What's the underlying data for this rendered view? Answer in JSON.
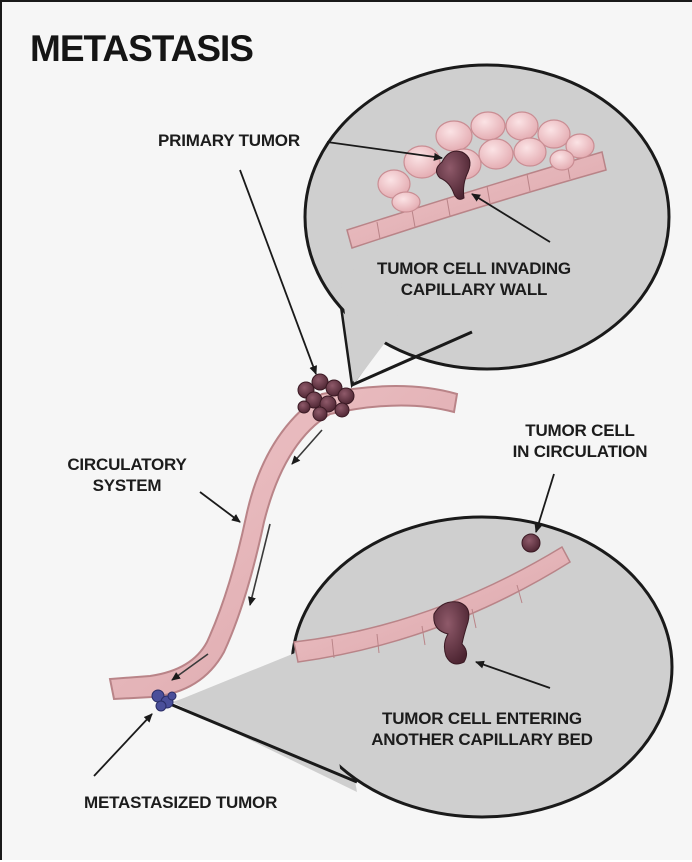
{
  "title": "METASTASIS",
  "labels": {
    "primary_tumor": "PRIMARY TUMOR",
    "invading_line1": "TUMOR CELL INVADING",
    "invading_line2": "CAPILLARY WALL",
    "circulatory_line1": "CIRCULATORY",
    "circulatory_line2": "SYSTEM",
    "in_circulation_line1": "TUMOR CELL",
    "in_circulation_line2": "IN CIRCULATION",
    "entering_line1": "TUMOR CELL ENTERING",
    "entering_line2": "ANOTHER CAPILLARY BED",
    "metastasized_tumor": "METASTASIZED TUMOR"
  },
  "colors": {
    "background": "#f6f6f6",
    "callout": "#d0d0d0",
    "vessel": "#e2b3b6",
    "vessel_edge": "#b98488",
    "tumor": "#6b3a48",
    "metastasized": "#4a4f9a",
    "cells": "#f2c9cd"
  }
}
